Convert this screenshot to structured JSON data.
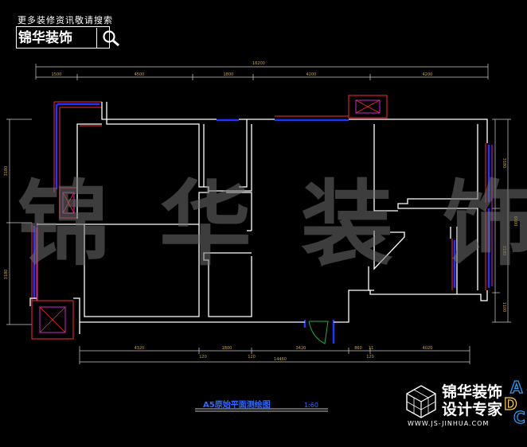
{
  "header": {
    "caption": "更多装修资讯敬请搜索",
    "brand": "锦华装饰",
    "search_icon": "magnifier-icon"
  },
  "watermark": "锦华装饰",
  "dimensions": {
    "overall_top": "16200",
    "top_segments": [
      "1500",
      "4500",
      "1800",
      "4200",
      "4200"
    ],
    "overall_bottom": "14460",
    "bottom_segments": [
      "4320",
      "1800",
      "3420",
      "860",
      "11",
      "4020"
    ],
    "bottom_wall_marks": [
      "120",
      "120",
      "120"
    ],
    "left_segments": [
      "3180",
      "3180"
    ],
    "right_segments": [
      "3180",
      "6600",
      "3180",
      "1100"
    ]
  },
  "drawing": {
    "title": "A5原始平面测绘图",
    "scale": "1:60"
  },
  "logo": {
    "name": "锦华装饰",
    "tagline": "设计专家",
    "url": "WWW.JS-JINHUA.COM"
  },
  "colors": {
    "wall": "#ffffff",
    "window": "#2233ff",
    "window_frame": "#ff2a2a",
    "dimension": "#ff33ff",
    "dim_text": "#c9a23a",
    "door": "#22aa44"
  }
}
